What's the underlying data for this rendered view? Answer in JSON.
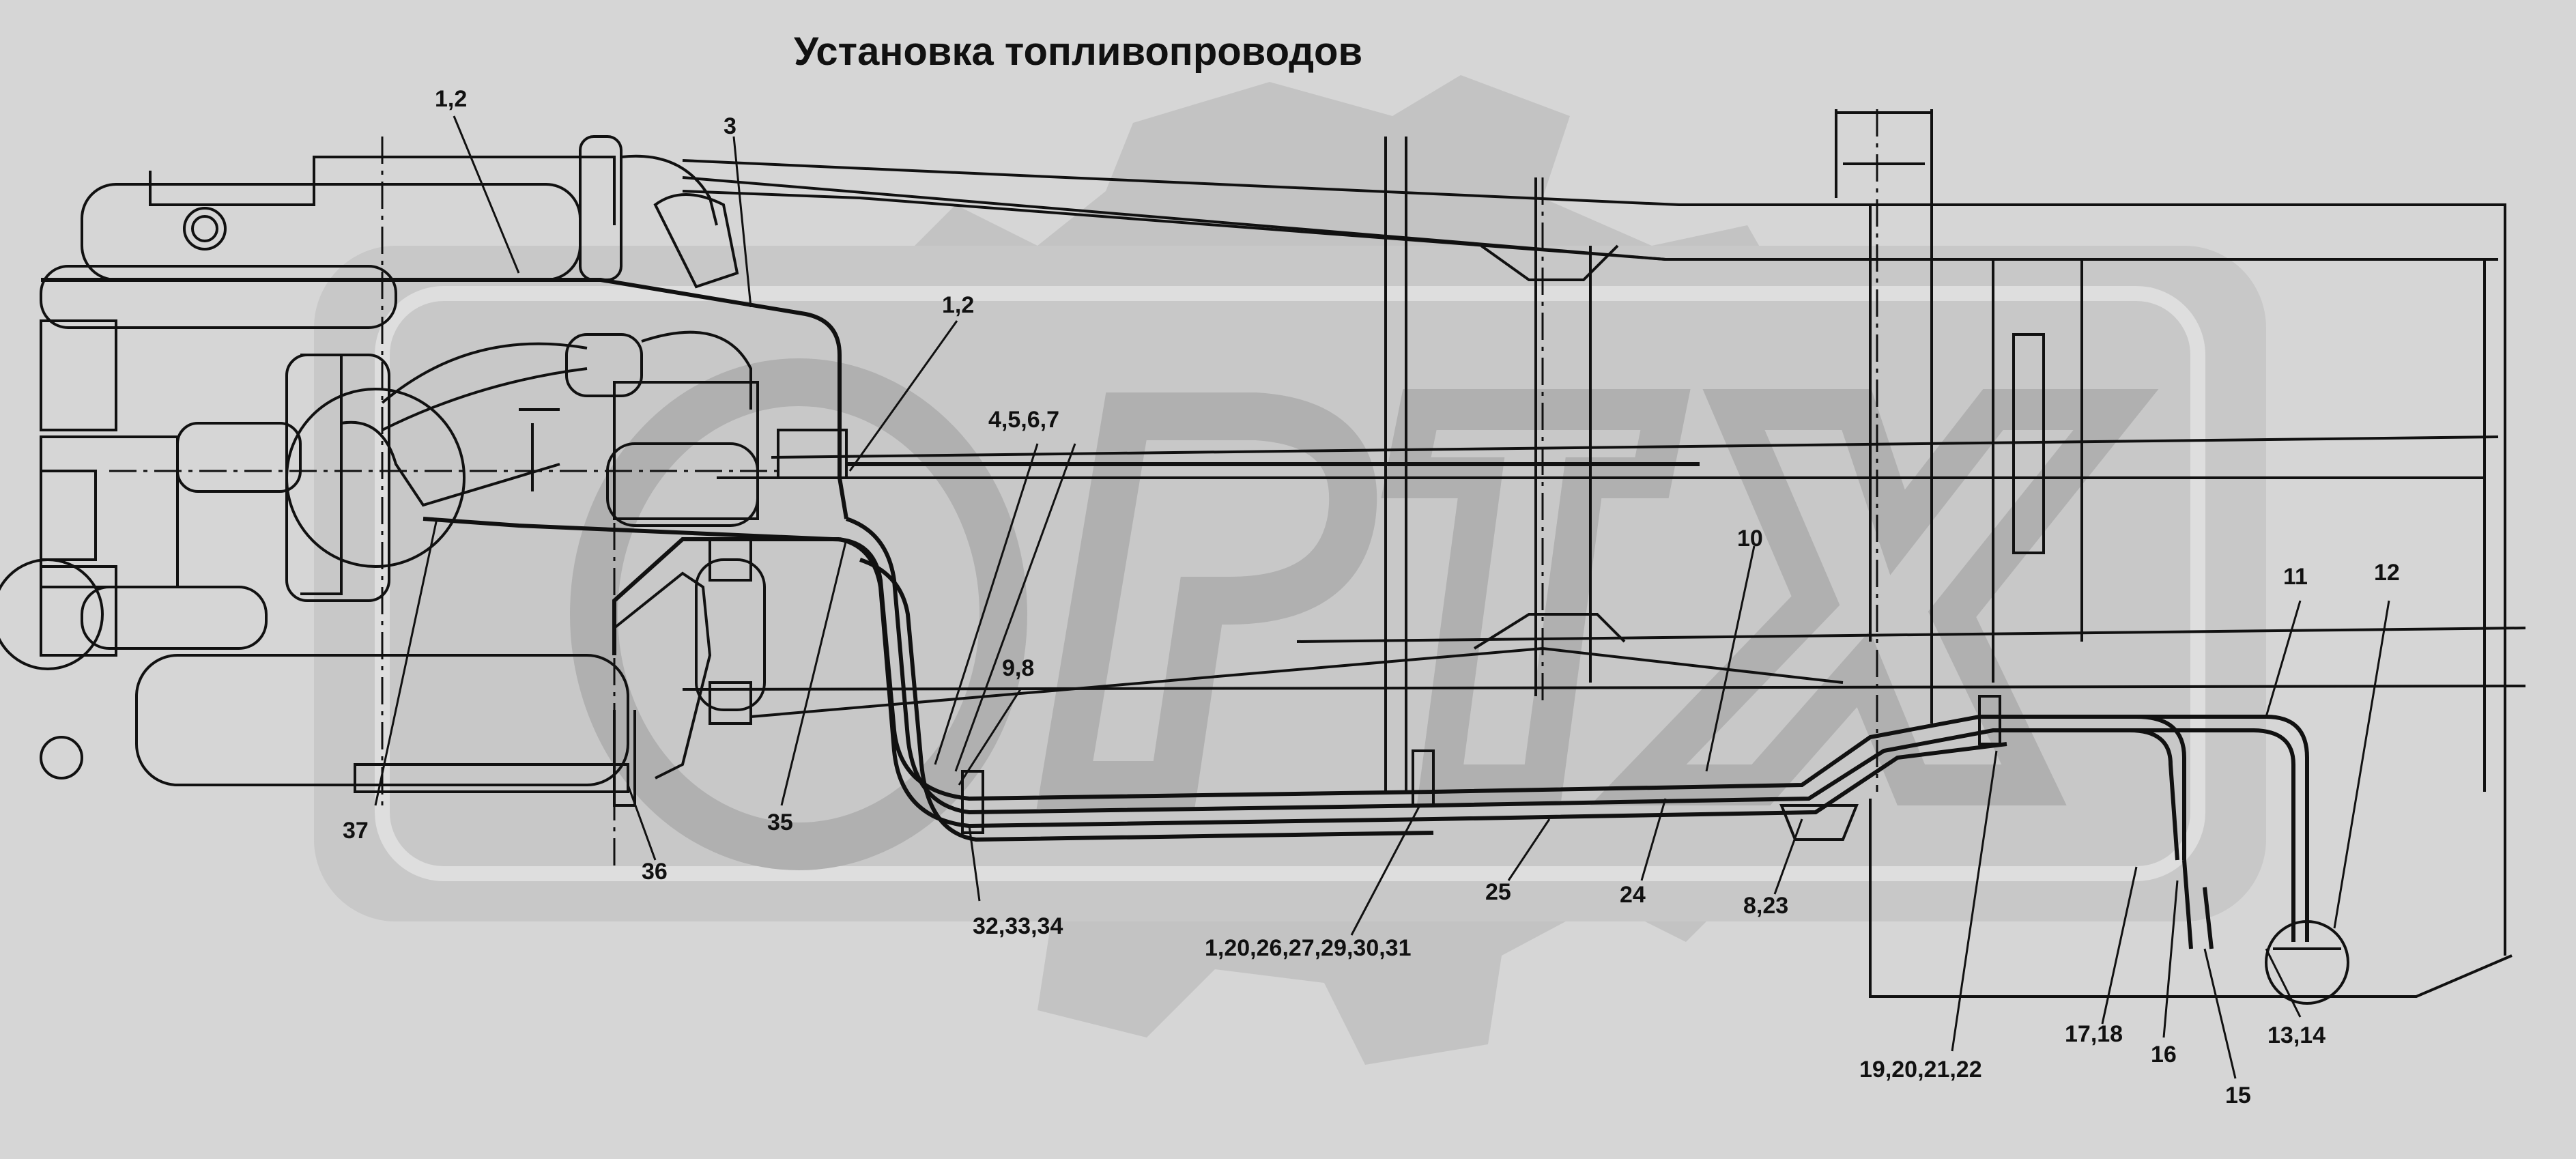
{
  "title": "Установка топливопроводов",
  "watermark": "OPEX",
  "colors": {
    "background": "#d6d6d6",
    "watermark": "#bfbfbf",
    "line": "#111111"
  },
  "callouts": {
    "c_1_2_top": "1,2",
    "c_3": "3",
    "c_1_2_mid": "1,2",
    "c_4_5_6_7": "4,5,6,7",
    "c_9_8": "9,8",
    "c_10": "10",
    "c_11": "11",
    "c_12": "12",
    "c_37": "37",
    "c_36": "36",
    "c_35": "35",
    "c_32_33_34": "32,33,34",
    "c_1_20_26": "1,20,26,27,29,30,31",
    "c_25": "25",
    "c_24": "24",
    "c_8_23": "8,23",
    "c_19_20_21_22": "19,20,21,22",
    "c_17_18": "17,18",
    "c_16": "16",
    "c_15": "15",
    "c_13_14": "13,14"
  }
}
